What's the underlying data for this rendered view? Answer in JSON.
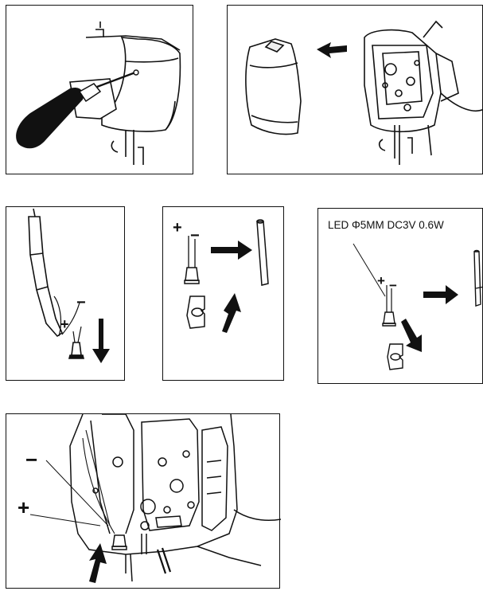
{
  "step1": {
    "panel": "remove-screw"
  },
  "step2": {
    "panel": "remove-cover"
  },
  "step3": {
    "plus_sign": "+",
    "minus_sign": "−"
  },
  "step4": {
    "plus_sign": "+",
    "minus_sign": "−"
  },
  "step5": {
    "spec_label": "LED Φ5MM DC3V 0.6W",
    "plus_sign": "+",
    "minus_sign": "−"
  },
  "step6": {
    "plus_sign": "+",
    "minus_sign": "−"
  },
  "colors": {
    "line": "#111111",
    "background": "#ffffff"
  }
}
